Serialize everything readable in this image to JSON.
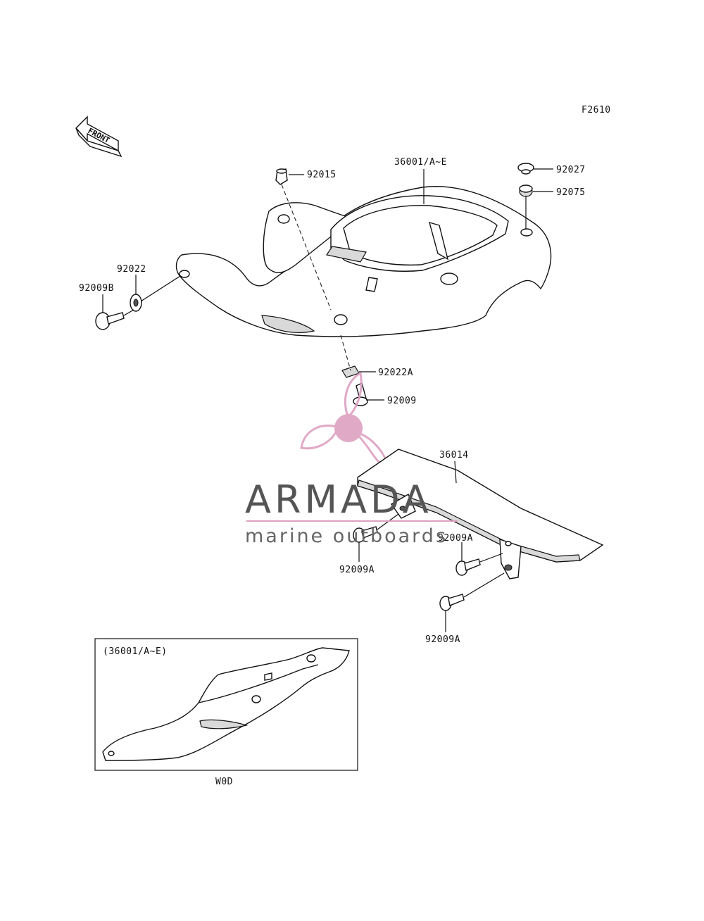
{
  "figure_code": "F2610",
  "front_label": "FRONT",
  "parts": {
    "p92015": "92015",
    "p36001": "36001/A~E",
    "p92027": "92027",
    "p92075": "92075",
    "p92022": "92022",
    "p92009B": "92009B",
    "p92022A": "92022A",
    "p92009": "92009",
    "p36014": "36014",
    "p92009A_1": "92009A",
    "p92009A_2": "92009A",
    "p92009A_3": "92009A"
  },
  "inset": {
    "label": "(36001/A~E)",
    "caption": "W0D"
  },
  "watermark": {
    "brand": "ARMADA",
    "tagline": "marine outboards",
    "color_brand": "#555555",
    "color_logo": "#dda0c0"
  }
}
